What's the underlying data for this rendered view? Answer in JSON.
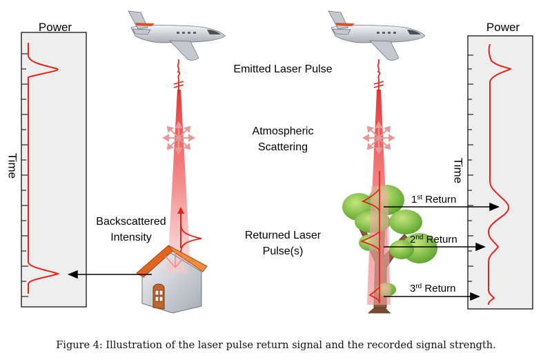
{
  "left_panel": {
    "title": "Power",
    "axis_label": "Time"
  },
  "right_panel": {
    "title": "Power",
    "axis_label": "Time"
  },
  "labels": {
    "emitted": "Emitted Laser Pulse",
    "scattering_line1": "Atmospheric",
    "scattering_line2": "Scattering",
    "returned_line1": "Returned Laser",
    "returned_line2": "Pulse(s)",
    "backscattered_line1": "Backscattered",
    "backscattered_line2": "Intensity"
  },
  "returns": [
    {
      "ordinal": "1",
      "sup": "st",
      "word": "Return"
    },
    {
      "ordinal": "2",
      "sup": "nd",
      "word": "Return"
    },
    {
      "ordinal": "3",
      "sup": "rd",
      "word": "Return"
    }
  ],
  "caption": "Figure 4: Illustration of the laser pulse return signal and the recorded signal strength.",
  "colors": {
    "signal": "#e8221b",
    "panel": "#eeeeee",
    "beam": "#e83a3a",
    "tree": "#7cc242",
    "house_roof": "#e0651e"
  }
}
